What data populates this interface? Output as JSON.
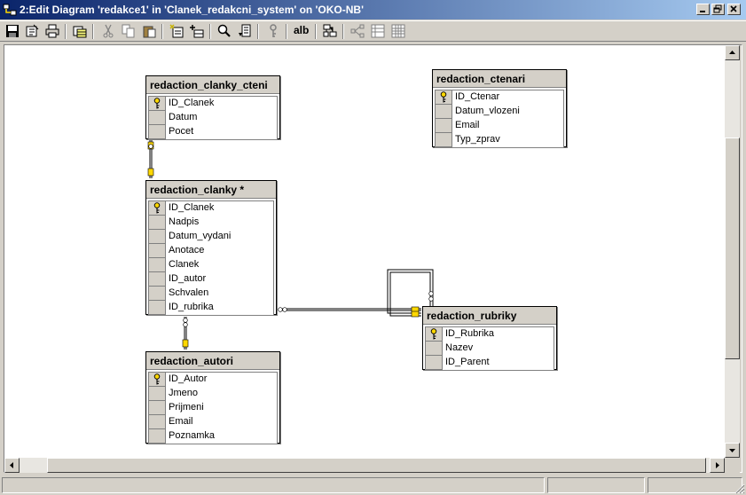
{
  "window": {
    "title": "2:Edit Diagram 'redakce1' in 'Clanek_redakcni_system' on 'OKO-NB'"
  },
  "toolbar": {
    "text_button_label": "alb"
  },
  "tables": {
    "clanky_cteni": {
      "title": "redaction_clanky_cteni",
      "columns": [
        "ID_Clanek",
        "Datum",
        "Pocet"
      ],
      "key_index": 0
    },
    "ctenari": {
      "title": "redaction_ctenari",
      "columns": [
        "ID_Ctenar",
        "Datum_vlozeni",
        "Email",
        "Typ_zprav"
      ],
      "key_index": 0
    },
    "clanky": {
      "title": "redaction_clanky *",
      "columns": [
        "ID_Clanek",
        "Nadpis",
        "Datum_vydani",
        "Anotace",
        "Clanek",
        "ID_autor",
        "Schvalen",
        "ID_rubrika"
      ],
      "key_index": 0
    },
    "rubriky": {
      "title": "redaction_rubriky",
      "columns": [
        "ID_Rubrika",
        "Nazev",
        "ID_Parent"
      ],
      "key_index": 0
    },
    "autori": {
      "title": "redaction_autori",
      "columns": [
        "ID_Autor",
        "Jmeno",
        "Prijmeni",
        "Email",
        "Poznamka"
      ],
      "key_index": 0
    }
  },
  "statusbar": {
    "panels": [
      "",
      "",
      ""
    ]
  },
  "colors": {
    "title_start": "#0a246a",
    "title_end": "#a6caf0",
    "face": "#d4d0c8",
    "key": "#c8b400"
  }
}
